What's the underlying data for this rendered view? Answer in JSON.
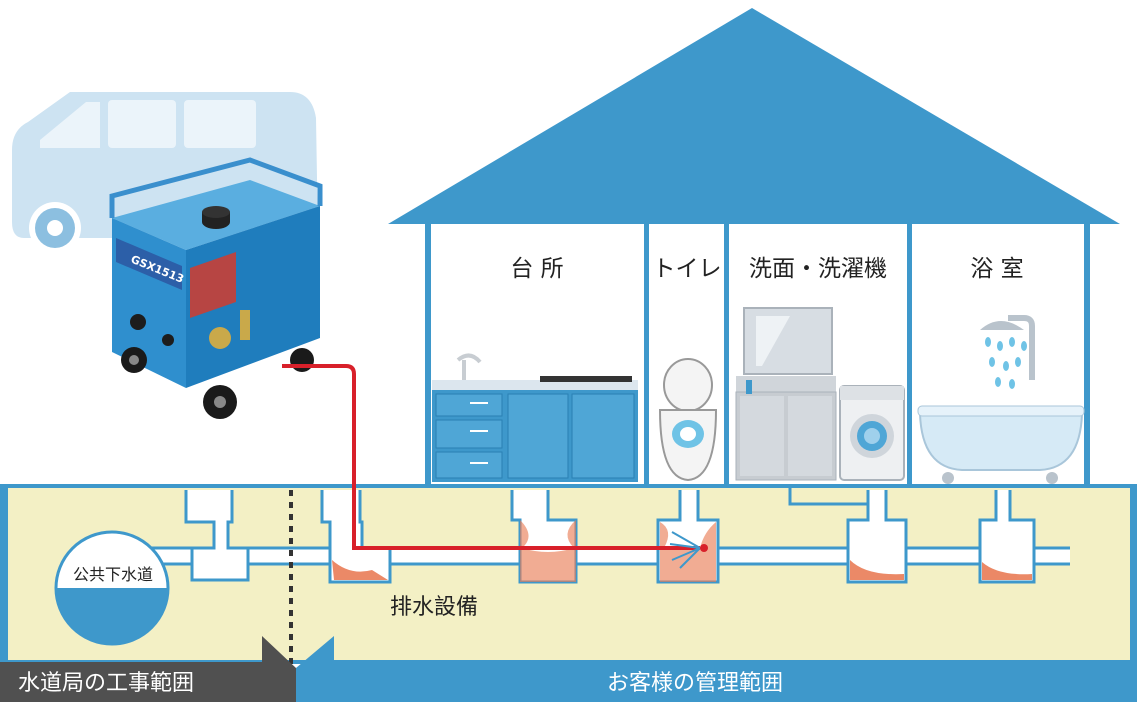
{
  "rooms": {
    "kitchen": "台 所",
    "toilet": "トイレ",
    "washroom": "洗面・洗濯機",
    "bathroom": "浴 室"
  },
  "sewer_label": "公共下水道",
  "drainage_label": "排水設備",
  "machine_model": "GSX1513",
  "scope": {
    "waterworks": "水道局の工事範囲",
    "customer": "お客様の管理範囲"
  },
  "colors": {
    "house_blue": "#3e98cb",
    "ground": "#f3f0c5",
    "pipe_red": "#d8202a",
    "clog": "#e97c56",
    "band_dark": "#505050"
  }
}
